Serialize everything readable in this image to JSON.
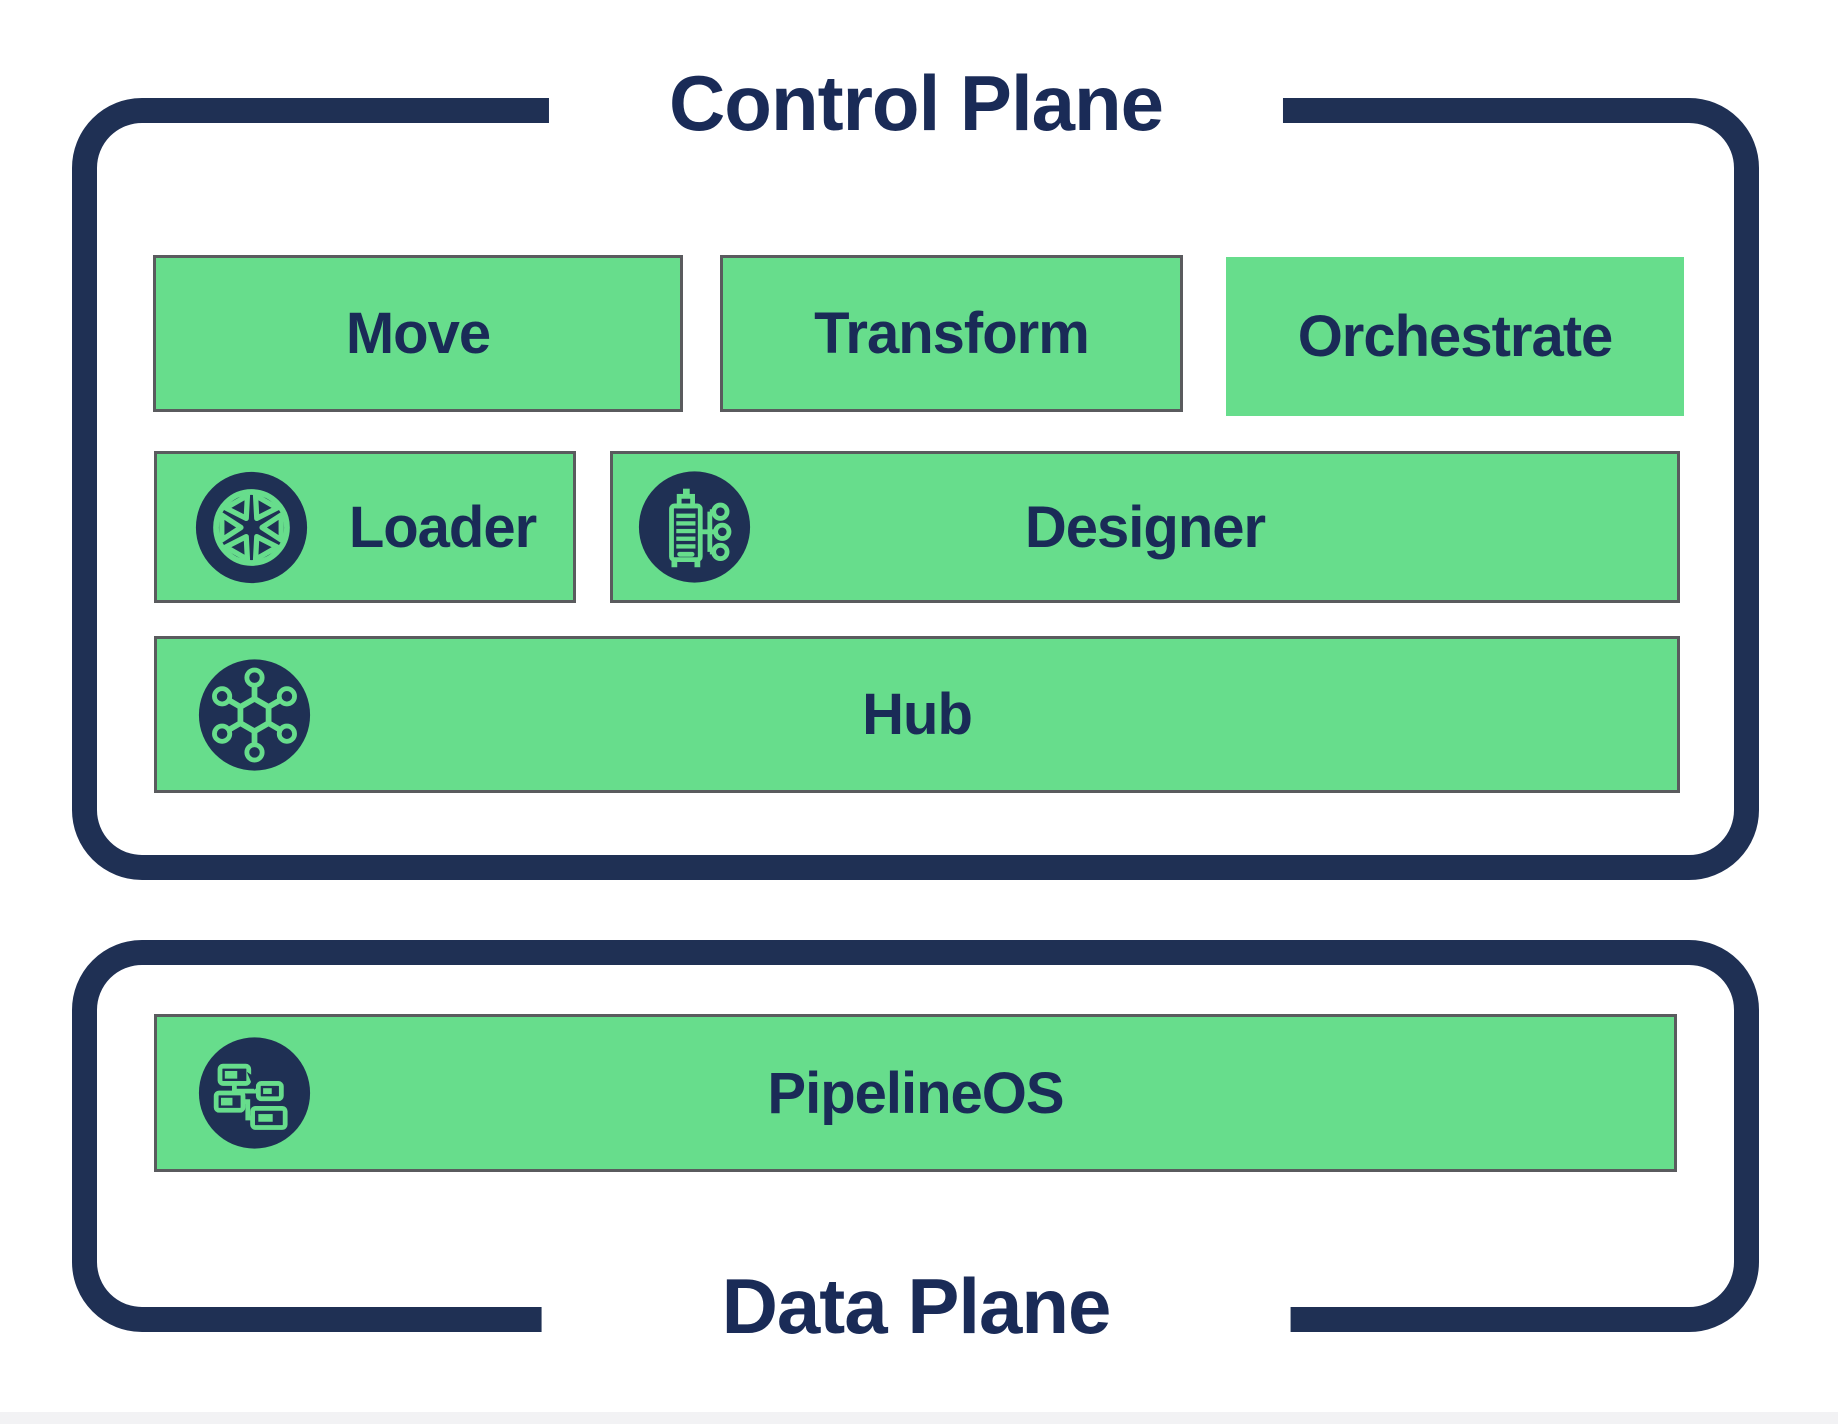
{
  "diagram": {
    "control_plane": {
      "title": "Control Plane",
      "boxes": {
        "move": {
          "label": "Move"
        },
        "transform": {
          "label": "Transform"
        },
        "orchestrate": {
          "label": "Orchestrate"
        },
        "loader": {
          "label": "Loader",
          "icon": "loader-reel-icon"
        },
        "designer": {
          "label": "Designer",
          "icon": "designer-stack-icon"
        },
        "hub": {
          "label": "Hub",
          "icon": "hub-network-icon"
        }
      }
    },
    "data_plane": {
      "title": "Data Plane",
      "boxes": {
        "pipelineos": {
          "label": "PipelineOS",
          "icon": "pipeline-flowchart-icon"
        }
      }
    },
    "colors": {
      "navy_border": "#1f3054",
      "navy_text": "#1a2b57",
      "green": "#67dd8c",
      "box_outline": "#5a5b5e",
      "bottom_strip": "#f2f2f4"
    }
  }
}
